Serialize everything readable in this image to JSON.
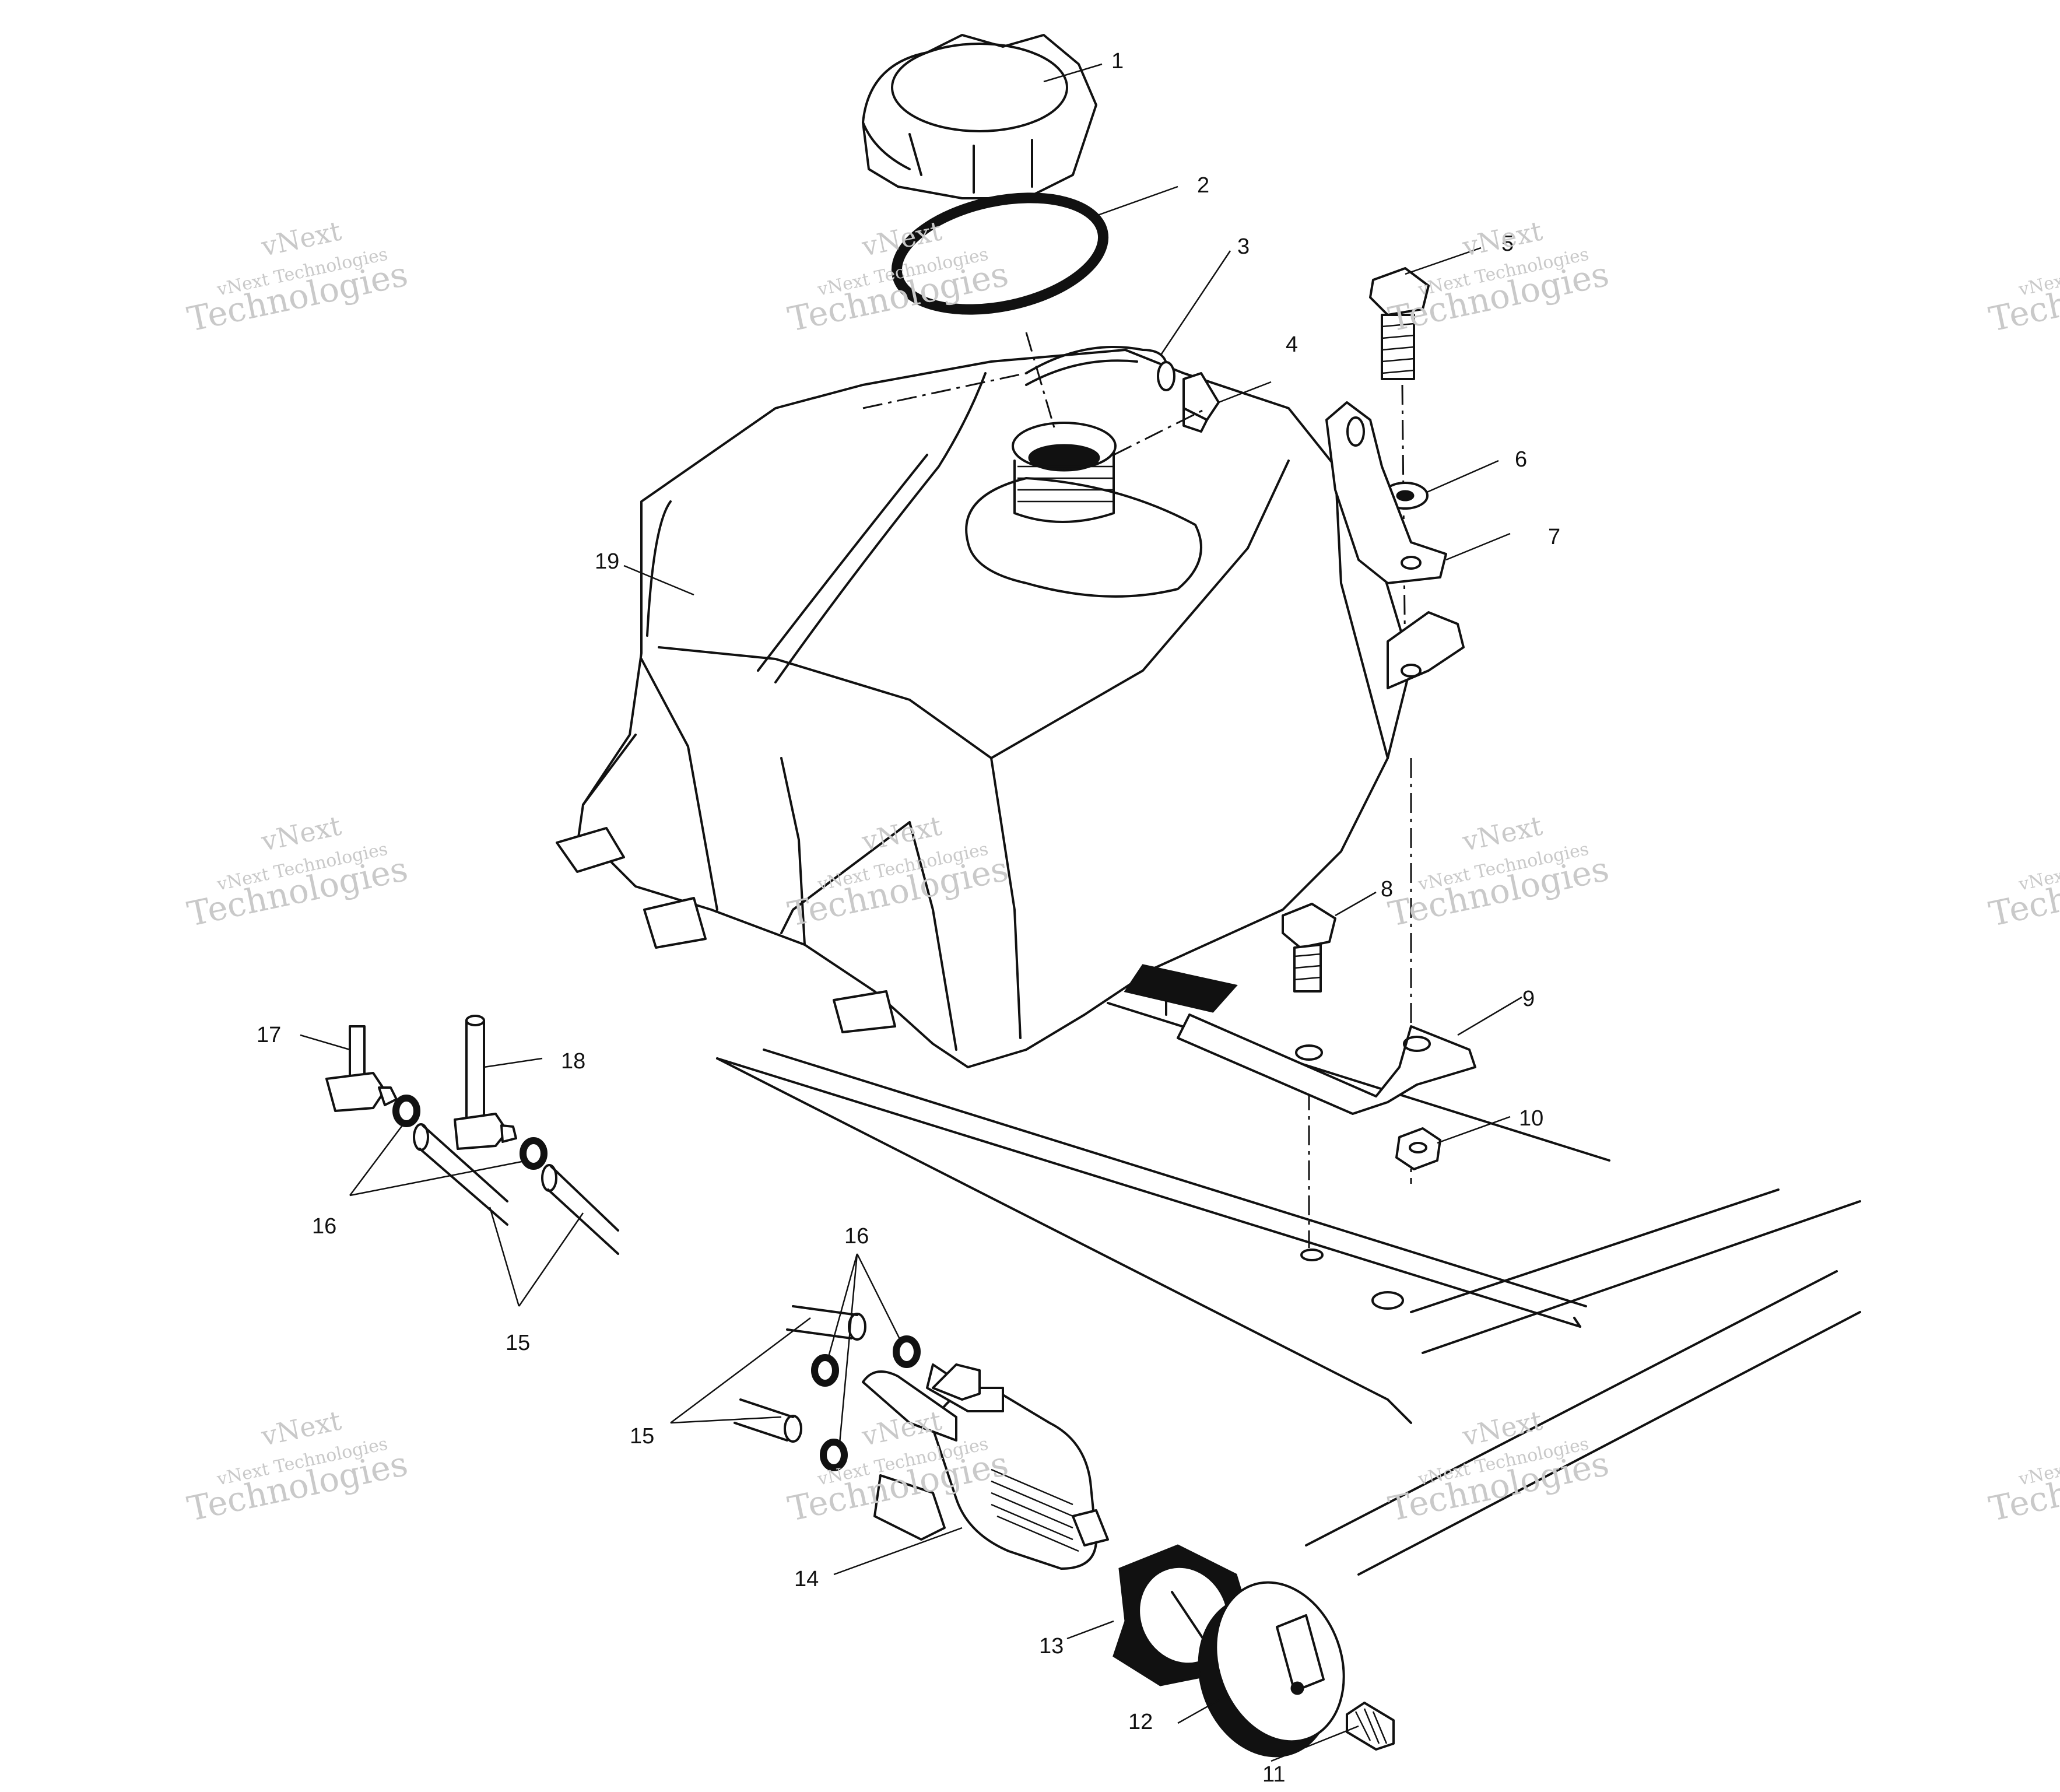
{
  "watermark": {
    "line1": "vNext",
    "line2": "vNext Technologies",
    "line3": "Technologies"
  },
  "callouts": [
    {
      "id": "c1",
      "label": "1"
    },
    {
      "id": "c2",
      "label": "2"
    },
    {
      "id": "c3",
      "label": "3"
    },
    {
      "id": "c4",
      "label": "4"
    },
    {
      "id": "c5",
      "label": "5"
    },
    {
      "id": "c6",
      "label": "6"
    },
    {
      "id": "c7",
      "label": "7"
    },
    {
      "id": "c8",
      "label": "8"
    },
    {
      "id": "c9",
      "label": "9"
    },
    {
      "id": "c10",
      "label": "10"
    },
    {
      "id": "c11",
      "label": "11"
    },
    {
      "id": "c12",
      "label": "12"
    },
    {
      "id": "c13",
      "label": "13"
    },
    {
      "id": "c14",
      "label": "14"
    },
    {
      "id": "c15a",
      "label": "15"
    },
    {
      "id": "c15b",
      "label": "15"
    },
    {
      "id": "c16a",
      "label": "16"
    },
    {
      "id": "c16b",
      "label": "16"
    },
    {
      "id": "c17",
      "label": "17"
    },
    {
      "id": "c18",
      "label": "18"
    },
    {
      "id": "c19",
      "label": "19"
    }
  ]
}
